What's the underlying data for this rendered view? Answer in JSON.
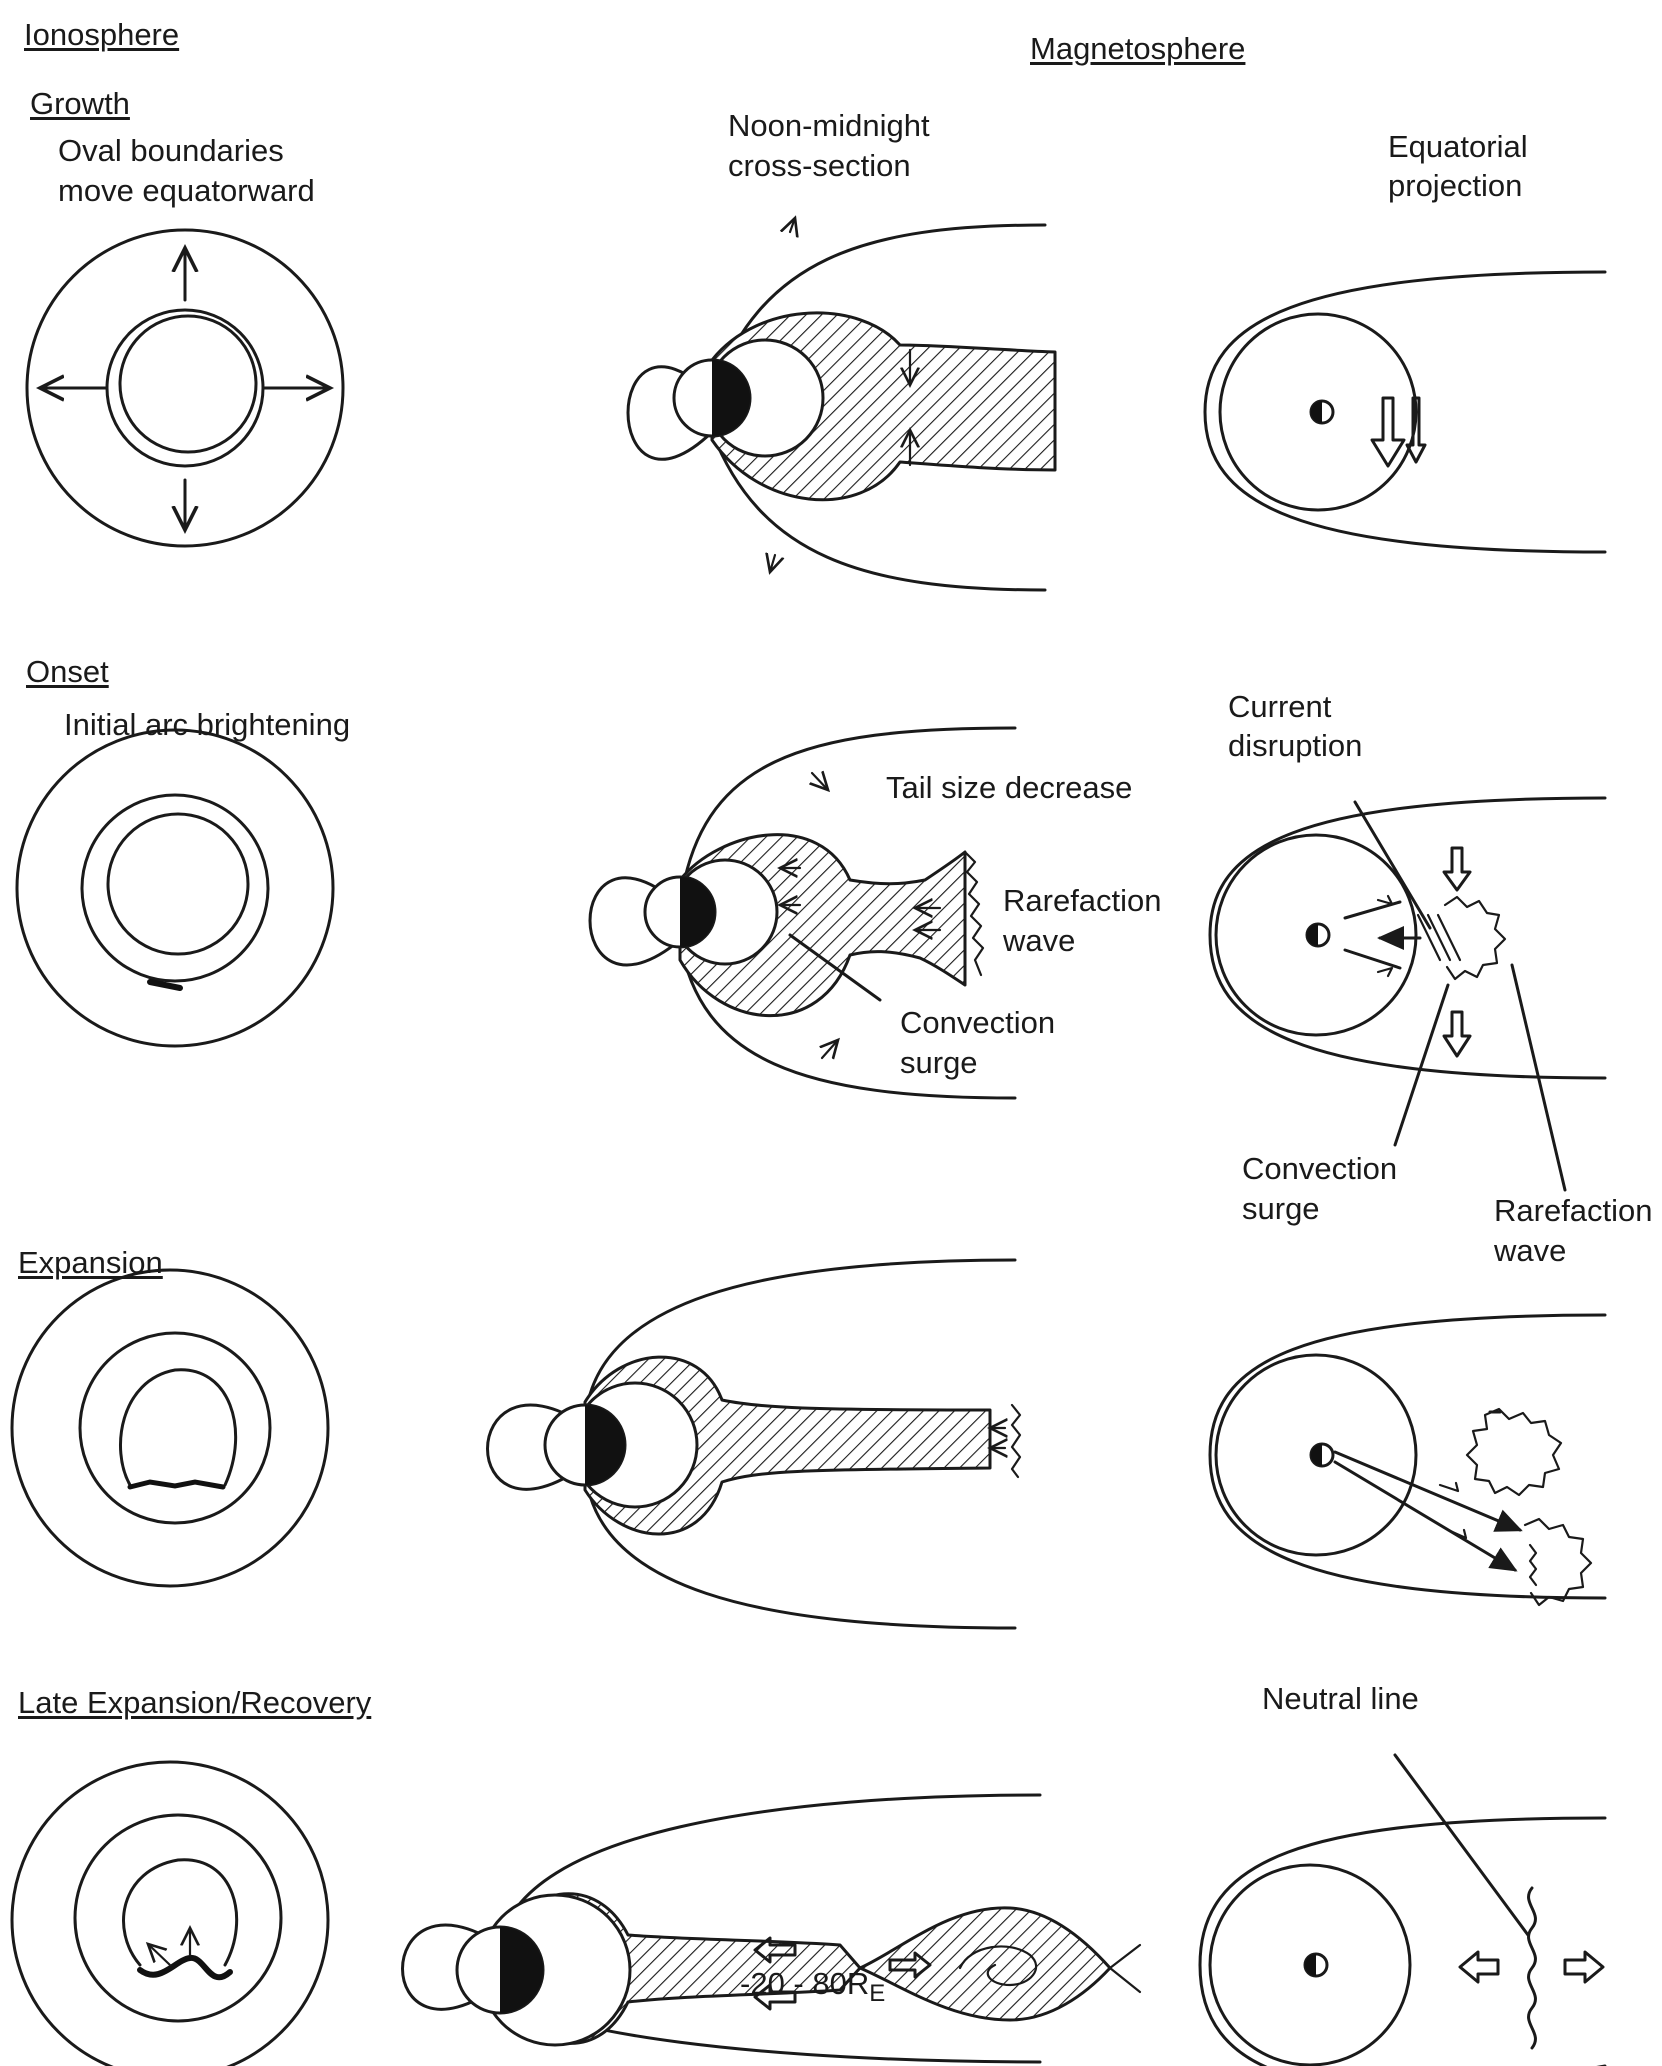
{
  "headers": {
    "ionosphere": "Ionosphere",
    "magnetosphere": "Magnetosphere",
    "noon_midnight_line1": "Noon-midnight",
    "noon_midnight_line2": "cross-section",
    "equatorial_line1": "Equatorial",
    "equatorial_line2": "projection"
  },
  "phases": {
    "growth": {
      "title": "Growth",
      "desc_line1": "Oval boundaries",
      "desc_line2": "move equatorward"
    },
    "onset": {
      "title": "Onset",
      "desc": "Initial arc brightening",
      "tail_size": "Tail size decrease",
      "rarefaction_line1": "Rarefaction",
      "rarefaction_line2": "wave",
      "convection_line1": "Convection",
      "convection_line2": "surge",
      "current_line1": "Current",
      "current_line2": "disruption",
      "eq_convection_line1": "Convection",
      "eq_convection_line2": "surge",
      "eq_rarefaction_line1": "Rarefaction",
      "eq_rarefaction_line2": "wave"
    },
    "expansion": {
      "title": "Expansion"
    },
    "late": {
      "title": "Late Expansion/Recovery",
      "distance": "-20 - 80R",
      "distance_sub": "E",
      "neutral_line": "Neutral line"
    }
  }
}
